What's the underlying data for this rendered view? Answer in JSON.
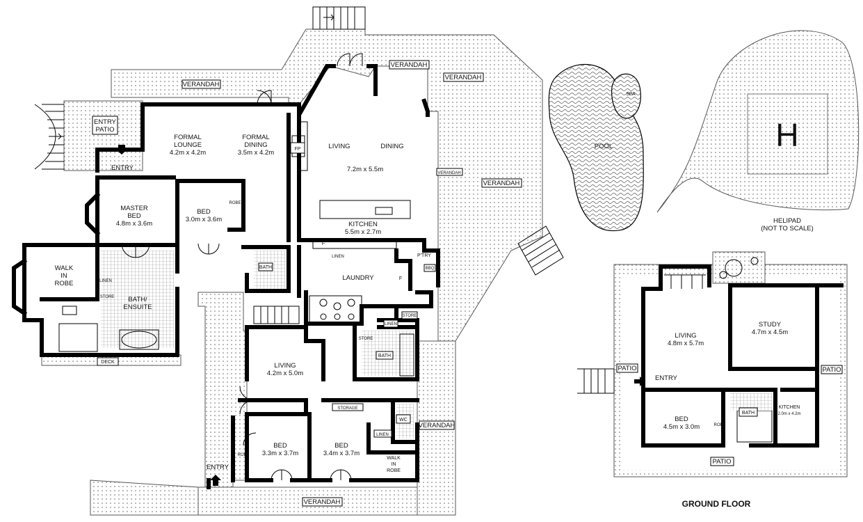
{
  "plan": {
    "rooms": {
      "verandah_top_left": "VERANDAH",
      "verandah_top_mid": "VERANDAH",
      "verandah_top_right": "VERANDAH",
      "verandah_right": "VERANDAH",
      "verandah_side": "VERANDAH",
      "verandah_bottom": "VERANDAH",
      "verandah_lower_right": "VERANDAH",
      "entry_patio": [
        "ENTRY",
        "PATIO"
      ],
      "formal_lounge": [
        "FORMAL",
        "LOUNGE",
        "4.2m x 4.2m"
      ],
      "formal_dining": [
        "FORMAL",
        "DINING",
        "3.5m x 4.2m"
      ],
      "fp": "FP",
      "living_main": "LIVING",
      "dining_main": "DINING",
      "living_dining_size": "7.2m x 5.5m",
      "entry_top": "ENTRY",
      "master_bed": [
        "MASTER",
        "BED",
        "4.8m x 3.6m"
      ],
      "bed_top": [
        "BED",
        "3.0m x 3.6m"
      ],
      "robe_top": "ROBE",
      "kitchen": [
        "KITCHEN",
        "5.5m x 2.7m"
      ],
      "walk_in_robe_left": [
        "WALK",
        "IN",
        "ROBE"
      ],
      "linen_left": "LINEN",
      "store_left": "STORE",
      "bath_ensuite": [
        "BATH/",
        "ENSUITE"
      ],
      "deck": "DECK",
      "bath_mid": "BATH",
      "linen_kitchen": "LINEN",
      "f1": "F",
      "f2": "F",
      "pantry": "P'TRY",
      "bbq": "BBQ",
      "laundry": "LAUNDRY",
      "store_mid": "STORE",
      "linen_mid": "LINEN",
      "store_small": "STORE",
      "bath_right": "BATH",
      "living_lower": [
        "LIVING",
        "4.2m x 5.0m"
      ],
      "storage": "STORAGE",
      "wc": "WC",
      "linen_lower": "LINEN",
      "bed_lower_left": [
        "BED",
        "3.3m x 3.7m"
      ],
      "robe_lower": "ROBE",
      "bed_lower_right": [
        "BED",
        "3.4m x 3.7m"
      ],
      "walk_in_robe_lower": [
        "WALK",
        "IN",
        "ROBE"
      ],
      "entry_bottom": "ENTRY"
    },
    "pool": "POOL",
    "spa": "SPA",
    "helipad_mark": "H",
    "helipad_label": [
      "HELIPAD",
      "(NOT TO SCALE)"
    ]
  },
  "ground_floor": {
    "title": "GROUND FLOOR",
    "living": [
      "LIVING",
      "4.8m x 5.7m"
    ],
    "study": [
      "STUDY",
      "4.7m x 4.5m"
    ],
    "entry": "ENTRY",
    "patio_left": "PATIO",
    "patio_right": "PATIO",
    "patio_bottom": "PATIO",
    "bed": [
      "BED",
      "4.5m x 3.0m"
    ],
    "robe": "ROBE",
    "bath": "BATH",
    "kitchen": [
      "KITCHEN",
      "2.0m x 4.2m"
    ]
  },
  "colors": {
    "wall": "#000000",
    "dots": "#555555",
    "background": "#ffffff"
  }
}
